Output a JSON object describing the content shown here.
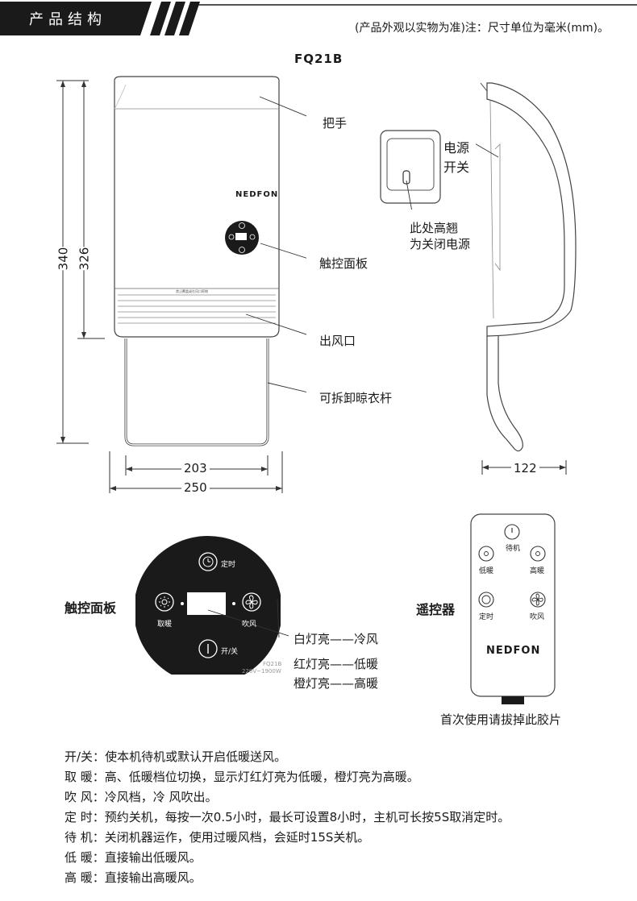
{
  "header": {
    "title": "产品结构",
    "note": "(产品外观以实物为准)注：尺寸单位为毫米(mm)。"
  },
  "model": "FQ21B",
  "device": {
    "brand": "NEDFON",
    "panel_small_text": "禁止覆盖或在风口晾物"
  },
  "callouts": {
    "handle": "把手",
    "touch_panel": "触控面板",
    "air_outlet": "出风口",
    "rack": "可拆卸晾衣杆",
    "power_switch_1": "电源",
    "power_switch_2": "开关",
    "switch_note_1": "此处高翘",
    "switch_note_2": "为关闭电源"
  },
  "dimensions": {
    "height_total": "340",
    "height_body": "326",
    "width_inner": "203",
    "width_total": "250",
    "depth": "122"
  },
  "panel_detail": {
    "title": "触控面板",
    "timer": "定时",
    "heat": "取暖",
    "blow": "吹风",
    "power": "开/关",
    "model": "FQ21B",
    "rating": "220V~1900W",
    "legend": [
      "白灯亮——冷风",
      "红灯亮——低暖",
      "橙灯亮——高暖"
    ]
  },
  "remote": {
    "title": "遥控器",
    "standby": "待机",
    "low_heat": "低暖",
    "high_heat": "高暖",
    "timer": "定时",
    "blow": "吹风",
    "brand": "NEDFON",
    "note": "首次使用请拔掉此胶片"
  },
  "descriptions": [
    {
      "key": "开/关：",
      "text": "使本机待机或默认开启低暖送风。"
    },
    {
      "key": "取 暖：",
      "text": "高、低暖档位切换，显示灯红灯亮为低暖，橙灯亮为高暖。"
    },
    {
      "key": "吹 风：",
      "text": "冷风档，冷 风吹出。"
    },
    {
      "key": "定 时：",
      "text": "预约关机，每按一次0.5小时，最长可设置8小时，主机可长按5S取消定时。"
    },
    {
      "key": "待 机：",
      "text": "关闭机器运作，使用过暖风档，会延时15S关机。"
    },
    {
      "key": "低 暖：",
      "text": "直接输出低暖风。"
    },
    {
      "key": "高 暖：",
      "text": "直接输出高暖风。"
    }
  ]
}
